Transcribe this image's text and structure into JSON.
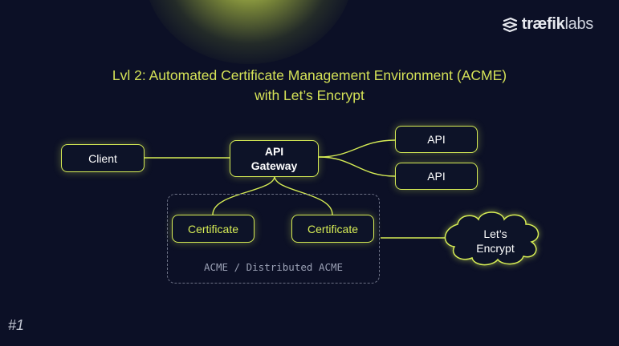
{
  "logo": {
    "icon": "traefik-swirl-icon",
    "brand": "træfik",
    "suffix": "labs"
  },
  "title": {
    "line1": "Lvl 2: Automated Certificate Management Environment (ACME)",
    "line2": "with Let’s Encrypt"
  },
  "nodes": {
    "client": "Client",
    "gateway_line1": "API",
    "gateway_line2": "Gateway",
    "api_1": "API",
    "api_2": "API",
    "certificate_1": "Certificate",
    "certificate_2": "Certificate",
    "letsencrypt_line1": "Let’s",
    "letsencrypt_line2": "Encrypt"
  },
  "group_label": "ACME / Distributed ACME",
  "slide_number": "#1",
  "colors": {
    "background": "#0c1026",
    "accent": "#d6ec55",
    "title": "#d4e157",
    "dashed_border": "#6d7286"
  }
}
